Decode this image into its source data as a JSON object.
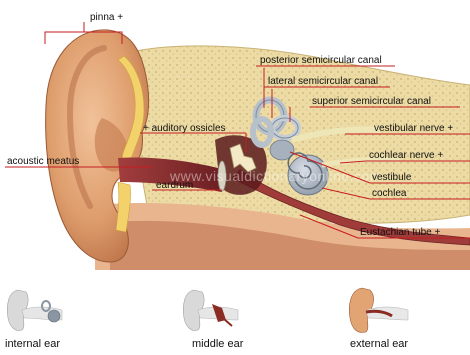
{
  "labels": {
    "pinna": "pinna +",
    "posterior_canal": "posterior semicircular canal",
    "lateral_canal": "lateral semicircular canal",
    "superior_canal": "superior semicircular canal",
    "auditory_ossicles": "+ auditory ossicles",
    "vestibular_nerve": "vestibular nerve +",
    "acoustic_meatus": "acoustic meatus",
    "cochlear_nerve": "cochlear nerve +",
    "eardrum": "eardrum",
    "vestibule": "vestibule",
    "cochlea": "cochlea",
    "eustachian_tube": "Eustachian tube +"
  },
  "watermark": "www.visualdictionaryonline.com",
  "thumbnails": [
    {
      "label": "internal ear"
    },
    {
      "label": "middle ear"
    },
    {
      "label": "external ear"
    }
  ],
  "colors": {
    "leader_line": "#c61c22",
    "skin": "#e3a474",
    "bone": "#ead9a3",
    "cochlea": "#a8b2bf",
    "canal": "#b84a4a"
  }
}
